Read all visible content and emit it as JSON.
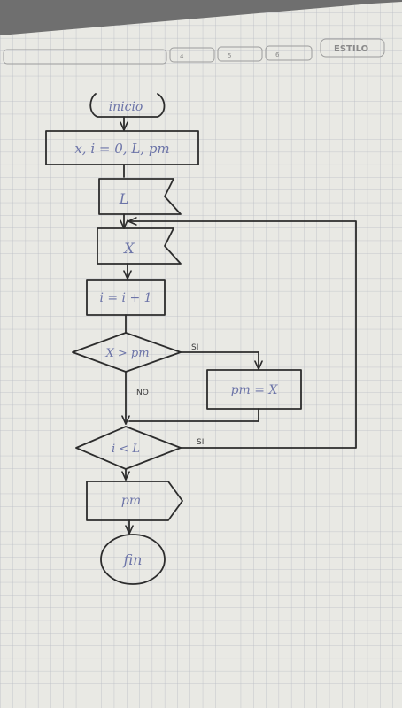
{
  "header": {
    "brand": "ESTILO",
    "tabs": [
      "4",
      "5",
      "6"
    ]
  },
  "flowchart": {
    "start": "inicio",
    "init": "x, i = 0, L, pm",
    "read_l": "L",
    "read_x": "X",
    "increment": "i = i + 1",
    "decision1": "X > pm",
    "assign": "pm = X",
    "decision2": "i < L",
    "output": "pm",
    "end": "fin",
    "yes_label_1": "SI",
    "no_label": "NO",
    "yes_label_2": "SI"
  },
  "colors": {
    "paper": "#eeeeea",
    "grid": "#b9bcc4",
    "ink": "#2c2c2c",
    "handwriting": "#6c74a8"
  }
}
